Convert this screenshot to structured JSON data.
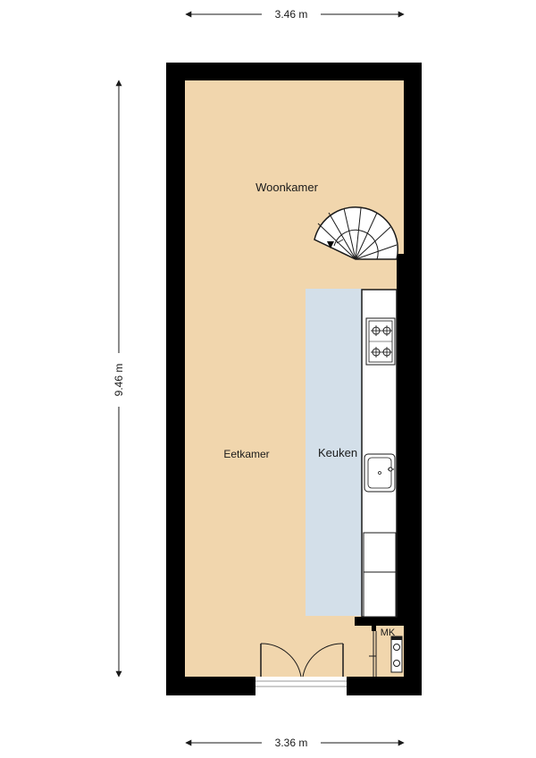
{
  "dimensions": {
    "top": "3.46 m",
    "bottom": "3.36 m",
    "left": "9.46 m"
  },
  "rooms": {
    "woonkamer": "Woonkamer",
    "eetkamer": "Eetkamer",
    "keuken": "Keuken",
    "mk": "MK"
  },
  "colors": {
    "wall": "#000000",
    "floor": "#f1d6ad",
    "kitchen_zone": "#d3dfe9",
    "fixture": "#ffffff",
    "line": "#1a1a1a"
  },
  "icons": {
    "stair": "spiral-stair-icon",
    "stove": "stove-icon",
    "sink": "sink-icon",
    "door": "double-door-icon",
    "meter": "meter-cupboard-icon"
  }
}
